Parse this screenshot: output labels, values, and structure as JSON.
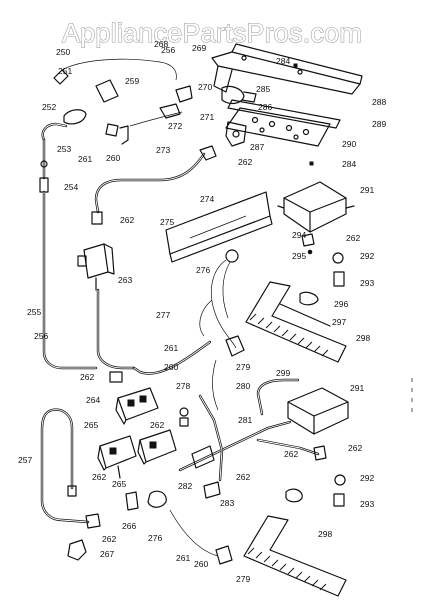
{
  "watermark": "AppliancePartsPros.com",
  "labels": [
    {
      "id": "250",
      "text": "250"
    },
    {
      "id": "251",
      "text": "251"
    },
    {
      "id": "252",
      "text": "252"
    },
    {
      "id": "253",
      "text": "253"
    },
    {
      "id": "254",
      "text": "254"
    },
    {
      "id": "255",
      "text": "255"
    },
    {
      "id": "256a",
      "text": "256"
    },
    {
      "id": "256b",
      "text": "256"
    },
    {
      "id": "257",
      "text": "257"
    },
    {
      "id": "259",
      "text": "259"
    },
    {
      "id": "260a",
      "text": "260"
    },
    {
      "id": "260b",
      "text": "260"
    },
    {
      "id": "260c",
      "text": "260"
    },
    {
      "id": "261a",
      "text": "261"
    },
    {
      "id": "261b",
      "text": "261"
    },
    {
      "id": "261c",
      "text": "261"
    },
    {
      "id": "262a",
      "text": "262"
    },
    {
      "id": "262b",
      "text": "262"
    },
    {
      "id": "262c",
      "text": "262"
    },
    {
      "id": "262d",
      "text": "262"
    },
    {
      "id": "262e",
      "text": "262"
    },
    {
      "id": "262f",
      "text": "262"
    },
    {
      "id": "262g",
      "text": "262"
    },
    {
      "id": "262h",
      "text": "262"
    },
    {
      "id": "262i",
      "text": "262"
    },
    {
      "id": "262j",
      "text": "262"
    },
    {
      "id": "263",
      "text": "263"
    },
    {
      "id": "264",
      "text": "264"
    },
    {
      "id": "265a",
      "text": "265"
    },
    {
      "id": "265b",
      "text": "265"
    },
    {
      "id": "266",
      "text": "266"
    },
    {
      "id": "267",
      "text": "267"
    },
    {
      "id": "268",
      "text": "268"
    },
    {
      "id": "269",
      "text": "269"
    },
    {
      "id": "270",
      "text": "270"
    },
    {
      "id": "271",
      "text": "271"
    },
    {
      "id": "272",
      "text": "272"
    },
    {
      "id": "273",
      "text": "273"
    },
    {
      "id": "274",
      "text": "274"
    },
    {
      "id": "275",
      "text": "275"
    },
    {
      "id": "276a",
      "text": "276"
    },
    {
      "id": "276b",
      "text": "276"
    },
    {
      "id": "277",
      "text": "277"
    },
    {
      "id": "278",
      "text": "278"
    },
    {
      "id": "279a",
      "text": "279"
    },
    {
      "id": "279b",
      "text": "279"
    },
    {
      "id": "280",
      "text": "280"
    },
    {
      "id": "281",
      "text": "281"
    },
    {
      "id": "282",
      "text": "282"
    },
    {
      "id": "283",
      "text": "283"
    },
    {
      "id": "284a",
      "text": "284"
    },
    {
      "id": "284b",
      "text": "284"
    },
    {
      "id": "285",
      "text": "285"
    },
    {
      "id": "286",
      "text": "286"
    },
    {
      "id": "287",
      "text": "287"
    },
    {
      "id": "288",
      "text": "288"
    },
    {
      "id": "289",
      "text": "289"
    },
    {
      "id": "290",
      "text": "290"
    },
    {
      "id": "291a",
      "text": "291"
    },
    {
      "id": "291b",
      "text": "291"
    },
    {
      "id": "292a",
      "text": "292"
    },
    {
      "id": "292b",
      "text": "292"
    },
    {
      "id": "293a",
      "text": "293"
    },
    {
      "id": "293b",
      "text": "293"
    },
    {
      "id": "294",
      "text": "294"
    },
    {
      "id": "295",
      "text": "295"
    },
    {
      "id": "296",
      "text": "296"
    },
    {
      "id": "297",
      "text": "297"
    },
    {
      "id": "298a",
      "text": "298"
    },
    {
      "id": "298b",
      "text": "298"
    },
    {
      "id": "299",
      "text": "299"
    }
  ]
}
